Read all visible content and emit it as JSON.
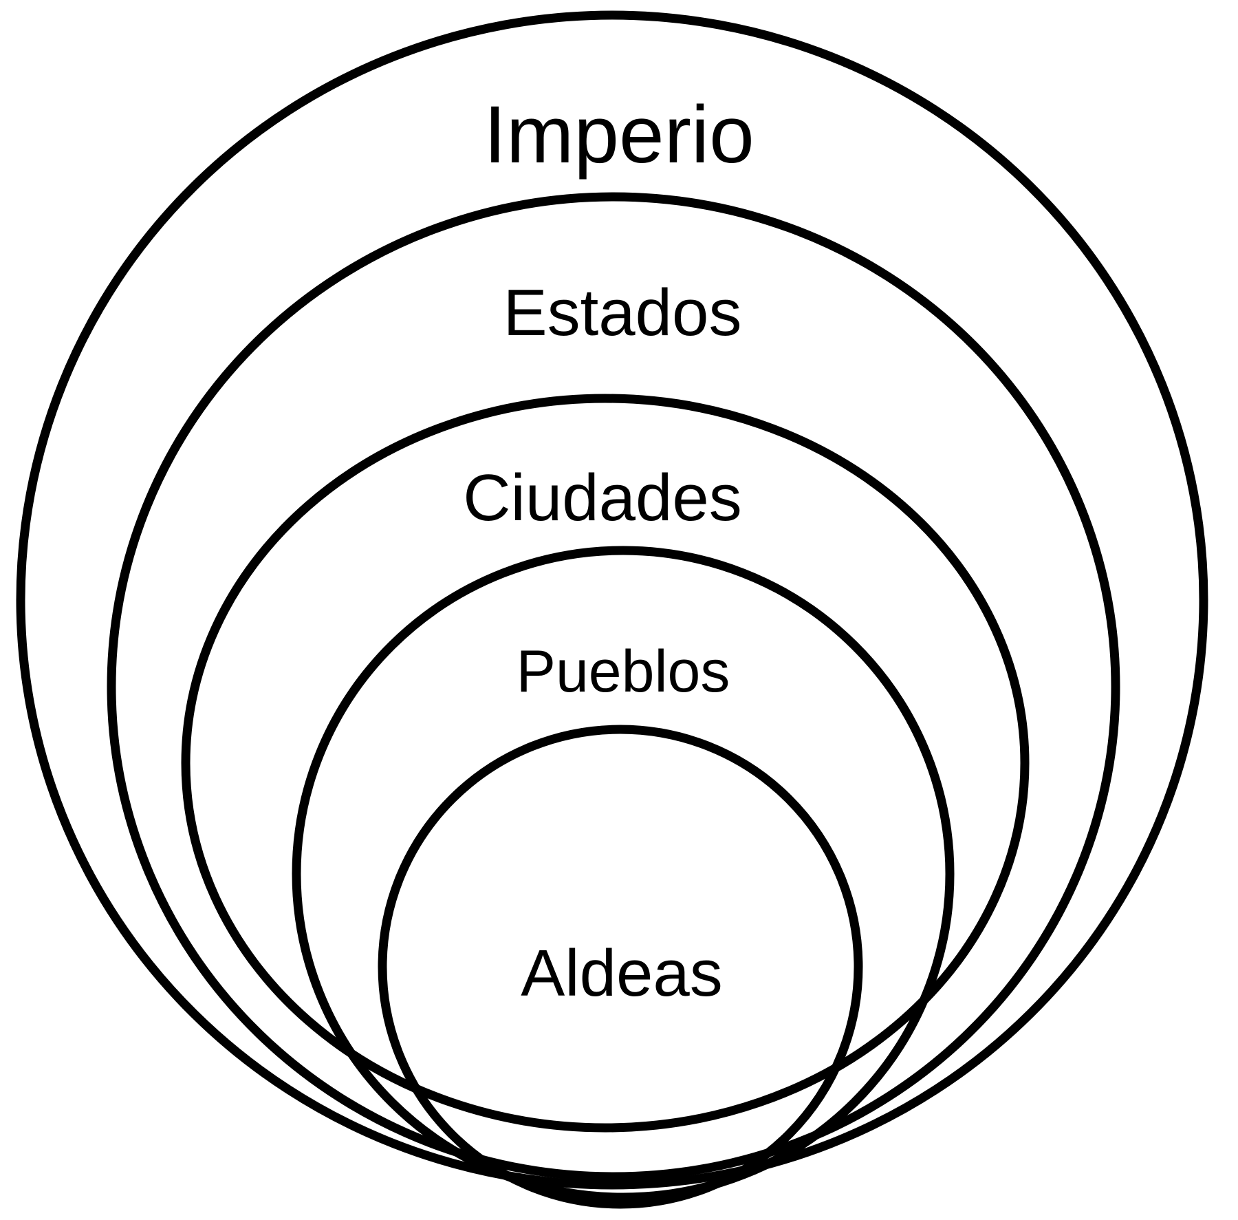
{
  "diagram": {
    "type": "nested-circles",
    "levels": [
      {
        "label": "Imperio"
      },
      {
        "label": "Estados"
      },
      {
        "label": "Ciudades"
      },
      {
        "label": "Pueblos"
      },
      {
        "label": "Aldeas"
      }
    ],
    "colors": {
      "stroke": "#000000",
      "text": "#000000",
      "background": "#ffffff"
    }
  }
}
